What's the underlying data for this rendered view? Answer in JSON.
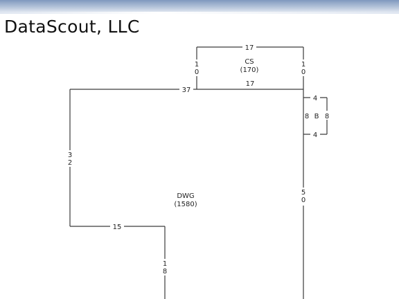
{
  "header": {
    "company_name": "DataScout, LLC"
  },
  "sketch": {
    "colors": {
      "line": "#3a3a3a",
      "text": "#222222"
    },
    "areas": [
      {
        "code": "CS",
        "area": "(170)"
      },
      {
        "code": "DWG",
        "area": "(1580)"
      },
      {
        "code": "B"
      }
    ],
    "dimensions": {
      "cs_top": "17",
      "cs_left": "10",
      "cs_right": "10",
      "cs_bottom": "17",
      "dwg_top_left": "37",
      "dwg_left": "32",
      "dwg_step": "15",
      "dwg_lower": "18",
      "dwg_right": "50",
      "b_top": "4",
      "b_left": "8",
      "b_right": "8",
      "b_bottom": "4"
    }
  }
}
